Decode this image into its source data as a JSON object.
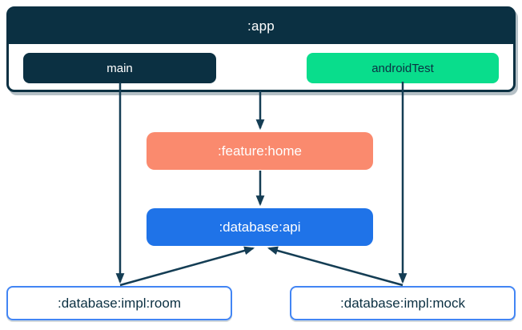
{
  "colors": {
    "navy": "#0B3042",
    "green": "#09DD8C",
    "coral": "#FA8A6E",
    "blue": "#1F73E8",
    "box_border_blue": "#4285F4",
    "arrow": "#143D54",
    "white": "#FFFFFF"
  },
  "app_container": {
    "title": ":app",
    "source_sets": [
      {
        "label": "main",
        "color_key": "navy"
      },
      {
        "label": "androidTest",
        "color_key": "green"
      }
    ]
  },
  "modules": {
    "feature_home": {
      "label": ":feature:home"
    },
    "database_api": {
      "label": ":database:api"
    },
    "database_impl_room": {
      "label": ":database:impl:room"
    },
    "database_impl_mock": {
      "label": ":database:impl:mock"
    }
  },
  "edges": [
    {
      "from": ":app",
      "to": ":feature:home"
    },
    {
      "from": ":feature:home",
      "to": ":database:api"
    },
    {
      "from": "main",
      "to": ":database:impl:room"
    },
    {
      "from": "androidTest",
      "to": ":database:impl:mock"
    },
    {
      "from": ":database:impl:room",
      "to": ":database:api"
    },
    {
      "from": ":database:impl:mock",
      "to": ":database:api"
    }
  ]
}
